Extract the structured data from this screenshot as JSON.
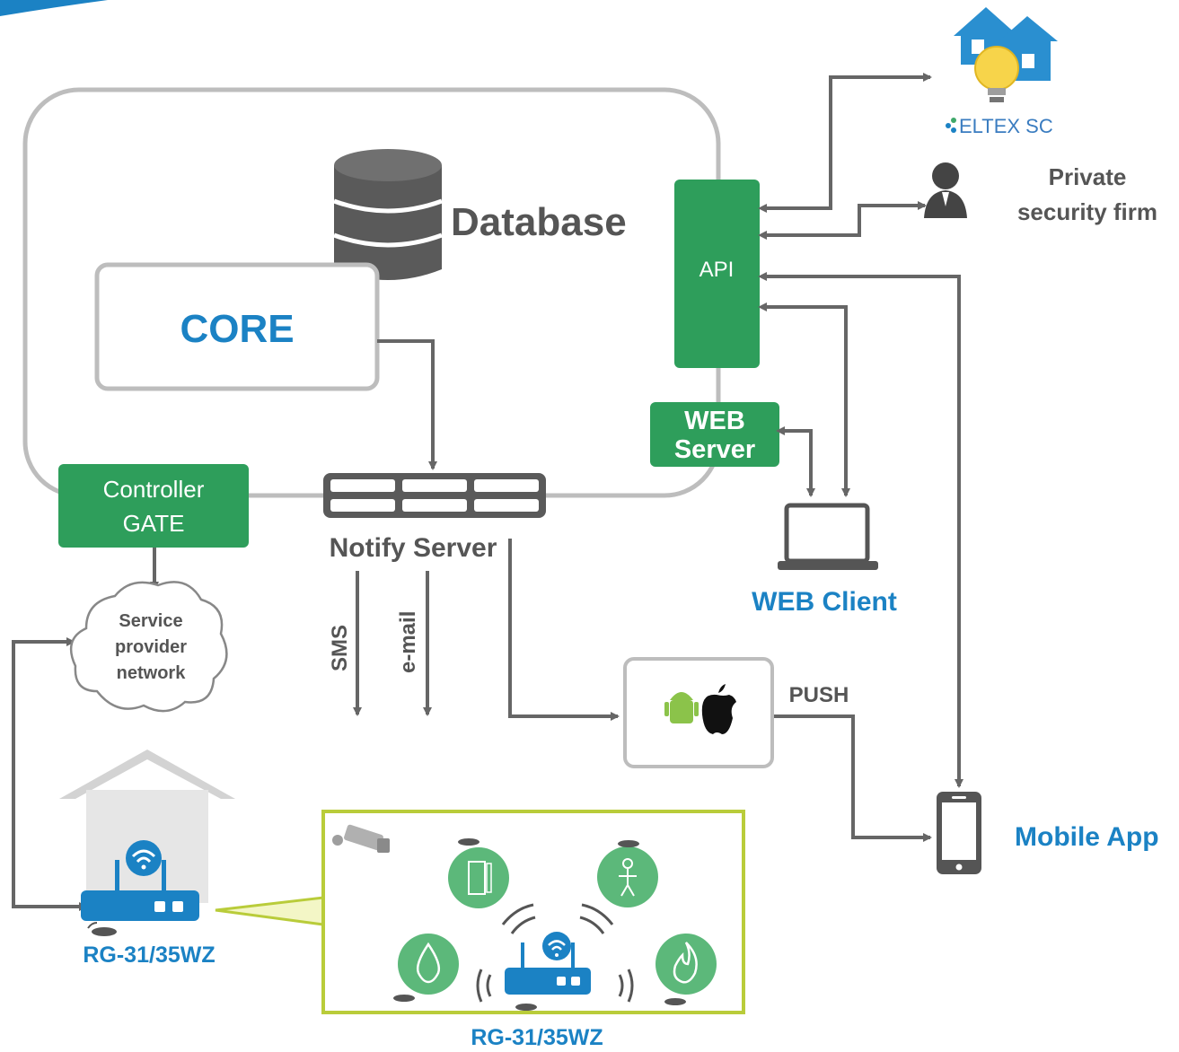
{
  "colors": {
    "green": "#2e9e5b",
    "green_light": "#5cb87a",
    "blue": "#1b82c4",
    "gray": "#666666",
    "gray_light": "#bdbdbd",
    "zone_border": "#b9cc3a"
  },
  "nodes": {
    "database": "Database",
    "core": "CORE",
    "api": "API",
    "web_server_line1": "WEB",
    "web_server_line2": "Server",
    "controller_line1": "Controller",
    "controller_line2": "GATE",
    "notify_server": "Notify Server",
    "cloud_line1": "Service",
    "cloud_line2": "provider",
    "cloud_line3": "network",
    "sms": "SMS",
    "email": "e-mail",
    "push": "PUSH",
    "web_client": "WEB Client",
    "mobile_app": "Mobile App",
    "eltex_logo": "ELTEX SC",
    "private_line1": "Private",
    "private_line2": "security firm",
    "router_left": "RG-31/35WZ",
    "router_bottom": "RG-31/35WZ"
  },
  "icons": {
    "database": "database-icon",
    "smart_home": "smart-home-icon",
    "person": "person-icon",
    "laptop": "laptop-icon",
    "phone": "smartphone-icon",
    "android_apple": "android-apple-icon",
    "camera": "camera-icon",
    "door_sensor": "door-sensor-icon",
    "motion_sensor": "motion-sensor-icon",
    "leak_sensor": "water-leak-icon",
    "fire_sensor": "fire-sensor-icon",
    "router": "router-icon",
    "zwave": "zwave-icon"
  }
}
